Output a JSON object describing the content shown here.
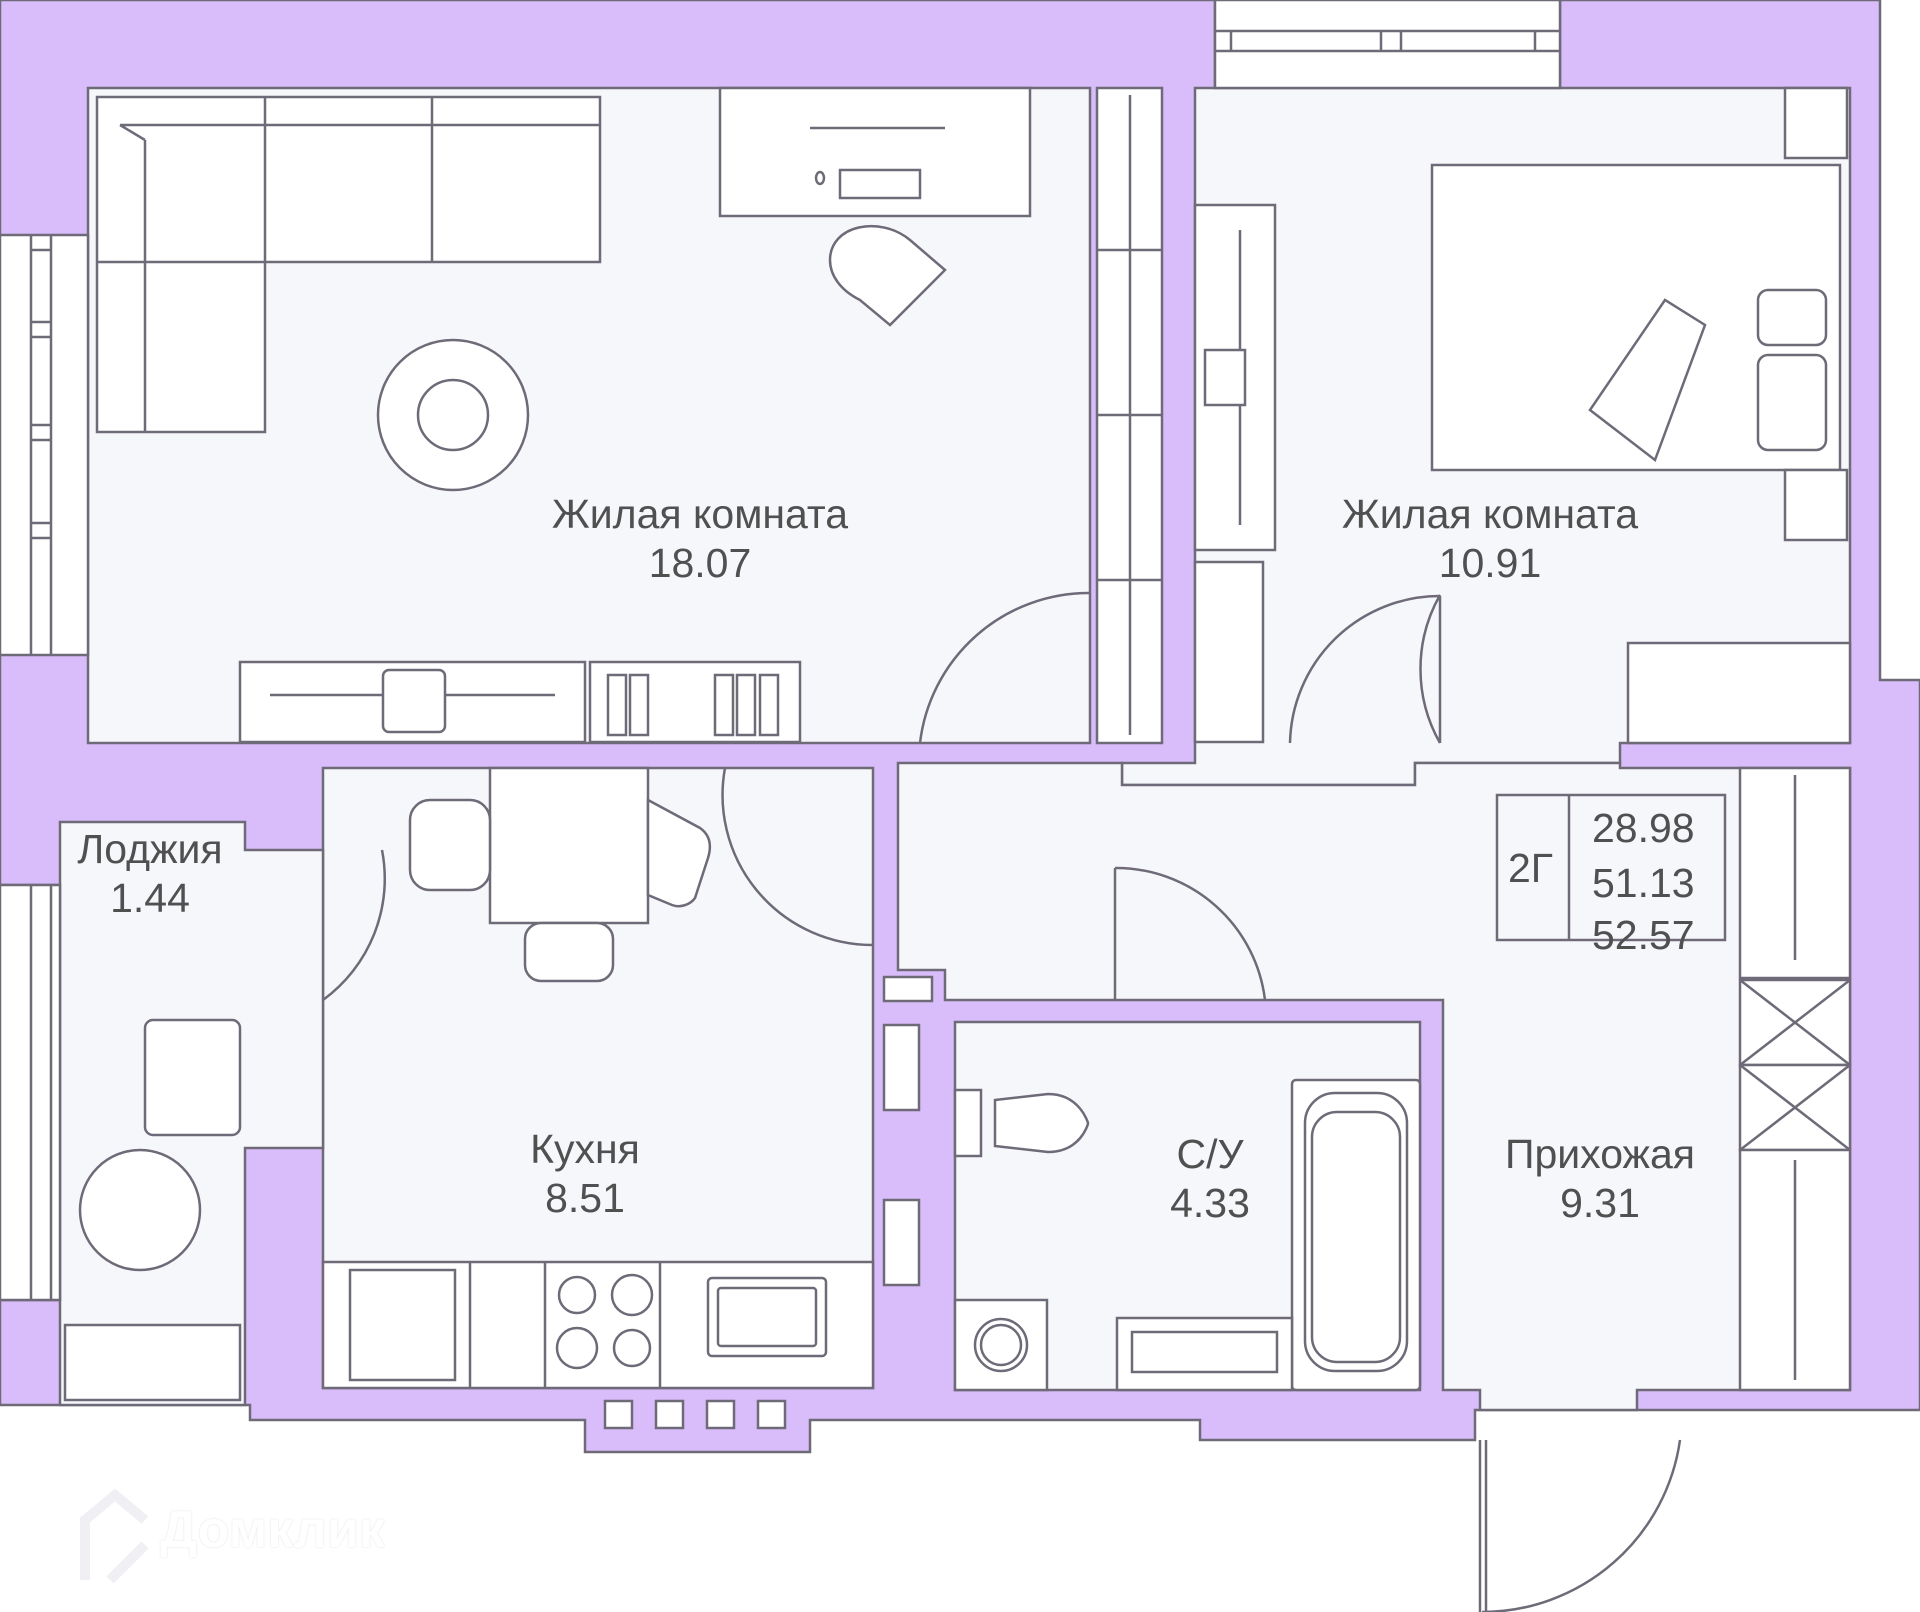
{
  "plan": {
    "type_code": "2Г",
    "areas": {
      "living": "28.98",
      "total": "51.13",
      "total_with_loggia": "52.57"
    },
    "colors": {
      "wall": "#d8bdfa",
      "wall_stroke": "#6e6a78",
      "floor": "#f6f7fb",
      "furniture": "#ffffff",
      "text": "#505050"
    }
  },
  "rooms": [
    {
      "id": "living-room-1",
      "name": "Жилая комната",
      "area": "18.07"
    },
    {
      "id": "living-room-2",
      "name": "Жилая комната",
      "area": "10.91"
    },
    {
      "id": "loggia",
      "name": "Лоджия",
      "area": "1.44"
    },
    {
      "id": "kitchen",
      "name": "Кухня",
      "area": "8.51"
    },
    {
      "id": "bathroom",
      "name": "С/У",
      "area": "4.33"
    },
    {
      "id": "hallway",
      "name": "Прихожая",
      "area": "9.31"
    }
  ],
  "watermark": {
    "text": "Домклик",
    "icon": "house-logo-icon"
  }
}
